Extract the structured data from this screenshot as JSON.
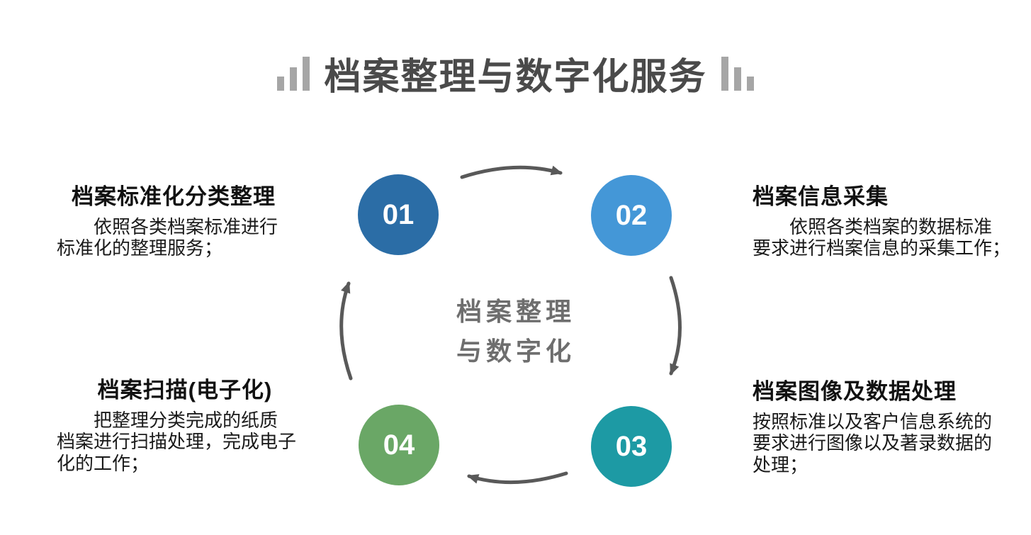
{
  "title": {
    "text": "档案整理与数字化服务"
  },
  "center": {
    "line1": "档案整理",
    "line2": "与数字化"
  },
  "steps": [
    {
      "number": "01",
      "title": "档案标准化分类整理",
      "description": "依照各类档案标准进行\n标准化的整理服务；",
      "color": "#2b6da6",
      "position": "top-left"
    },
    {
      "number": "02",
      "title": "档案信息采集",
      "description": "依照各类档案的数据标准\n要求进行档案信息的采集工作；",
      "color": "#4497d7",
      "position": "top-right"
    },
    {
      "number": "03",
      "title": "档案图像及数据处理",
      "description": "按照标准以及客户信息系统的\n要求进行图像以及著录数据的\n处理；",
      "color": "#1d9aa4",
      "position": "bottom-right"
    },
    {
      "number": "04",
      "title": "档案扫描(电子化)",
      "description": "把整理分类完成的纸质\n档案进行扫描处理，完成电子\n化的工作；",
      "color": "#6aa766",
      "position": "bottom-left"
    }
  ],
  "colors": {
    "title_text": "#4a4a4a",
    "center_text": "#6e6e6e",
    "arrow": "#595959",
    "bars": "#a6a6a6",
    "number_text": "#ffffff",
    "background": "#ffffff"
  }
}
